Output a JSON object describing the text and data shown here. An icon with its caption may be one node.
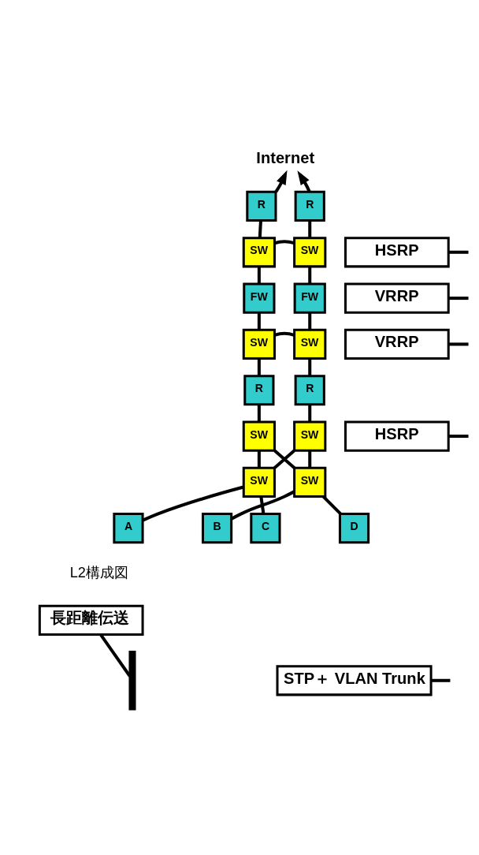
{
  "diagram": {
    "nodes": [
      {
        "text": [
          "Internet"
        ]
      },
      {
        "text": [
          "R"
        ]
      },
      {
        "text": [
          "R"
        ]
      },
      {
        "text": [
          "SW"
        ]
      },
      {
        "text": [
          "SW"
        ]
      },
      {
        "text": [
          "FW"
        ]
      },
      {
        "text": [
          "FW"
        ]
      },
      {
        "text": [
          "SW"
        ]
      },
      {
        "text": [
          "SW"
        ]
      },
      {
        "text": [
          "R"
        ]
      },
      {
        "text": [
          "R"
        ]
      },
      {
        "text": [
          "SW"
        ]
      },
      {
        "text": [
          "SW"
        ]
      },
      {
        "text": [
          "SW"
        ]
      },
      {
        "text": [
          "SW"
        ]
      },
      {
        "text": [
          "A"
        ]
      },
      {
        "text": [
          "B"
        ]
      },
      {
        "text": [
          "C"
        ]
      },
      {
        "text": [
          "D"
        ]
      },
      {
        "text": [
          "HSRP"
        ]
      },
      {
        "text": [
          "VRRP"
        ]
      },
      {
        "text": [
          "VRRP"
        ]
      },
      {
        "text": [
          "HSRP"
        ]
      },
      {
        "text": [
          "STP＋ VLAN Trunk"
        ]
      },
      {
        "text": [
          "長距離伝送"
        ]
      },
      {
        "text": [],
        "shape": "arrow"
      }
    ],
    "edges": [
      {
        "from": 1,
        "to": 0,
        "arrow": "to"
      },
      {
        "from": 2,
        "to": 0,
        "arrow": "to"
      },
      {
        "from": 1,
        "to": 3,
        "arrow": "none"
      },
      {
        "from": 2,
        "to": 4,
        "arrow": "none"
      },
      {
        "from": 3,
        "to": 4,
        "arrow": "none"
      },
      {
        "from": 3,
        "to": 5,
        "arrow": "none"
      },
      {
        "from": 4,
        "to": 6,
        "arrow": "none"
      },
      {
        "from": 5,
        "to": 7,
        "arrow": "none"
      },
      {
        "from": 6,
        "to": 8,
        "arrow": "none"
      },
      {
        "from": 7,
        "to": 8,
        "arrow": "none"
      },
      {
        "from": 7,
        "to": 9,
        "arrow": "none"
      },
      {
        "from": 8,
        "to": 10,
        "arrow": "none"
      },
      {
        "from": 9,
        "to": 11,
        "arrow": "none"
      },
      {
        "from": 10,
        "to": 12,
        "arrow": "none"
      },
      {
        "from": 11,
        "to": 13,
        "arrow": "none"
      },
      {
        "from": 11,
        "to": 14,
        "arrow": "none"
      },
      {
        "from": 12,
        "to": 13,
        "arrow": "none"
      },
      {
        "from": 12,
        "to": 14,
        "arrow": "none"
      },
      {
        "from": 13,
        "to": 15,
        "arrow": "none"
      },
      {
        "from": 13,
        "to": 17,
        "arrow": "none"
      },
      {
        "from": 14,
        "to": 16,
        "arrow": "none"
      },
      {
        "from": 14,
        "to": 18,
        "arrow": "none"
      },
      {
        "from": 19,
        "to": null,
        "arrow": "none"
      },
      {
        "from": 20,
        "to": null,
        "arrow": "none"
      },
      {
        "from": 21,
        "to": null,
        "arrow": "none"
      },
      {
        "from": 22,
        "to": null,
        "arrow": "none"
      },
      {
        "from": 23,
        "to": null,
        "arrow": "none"
      },
      {
        "from": 24,
        "to": 25,
        "arrow": "none"
      }
    ],
    "labels": [
      "L2構成図"
    ]
  }
}
